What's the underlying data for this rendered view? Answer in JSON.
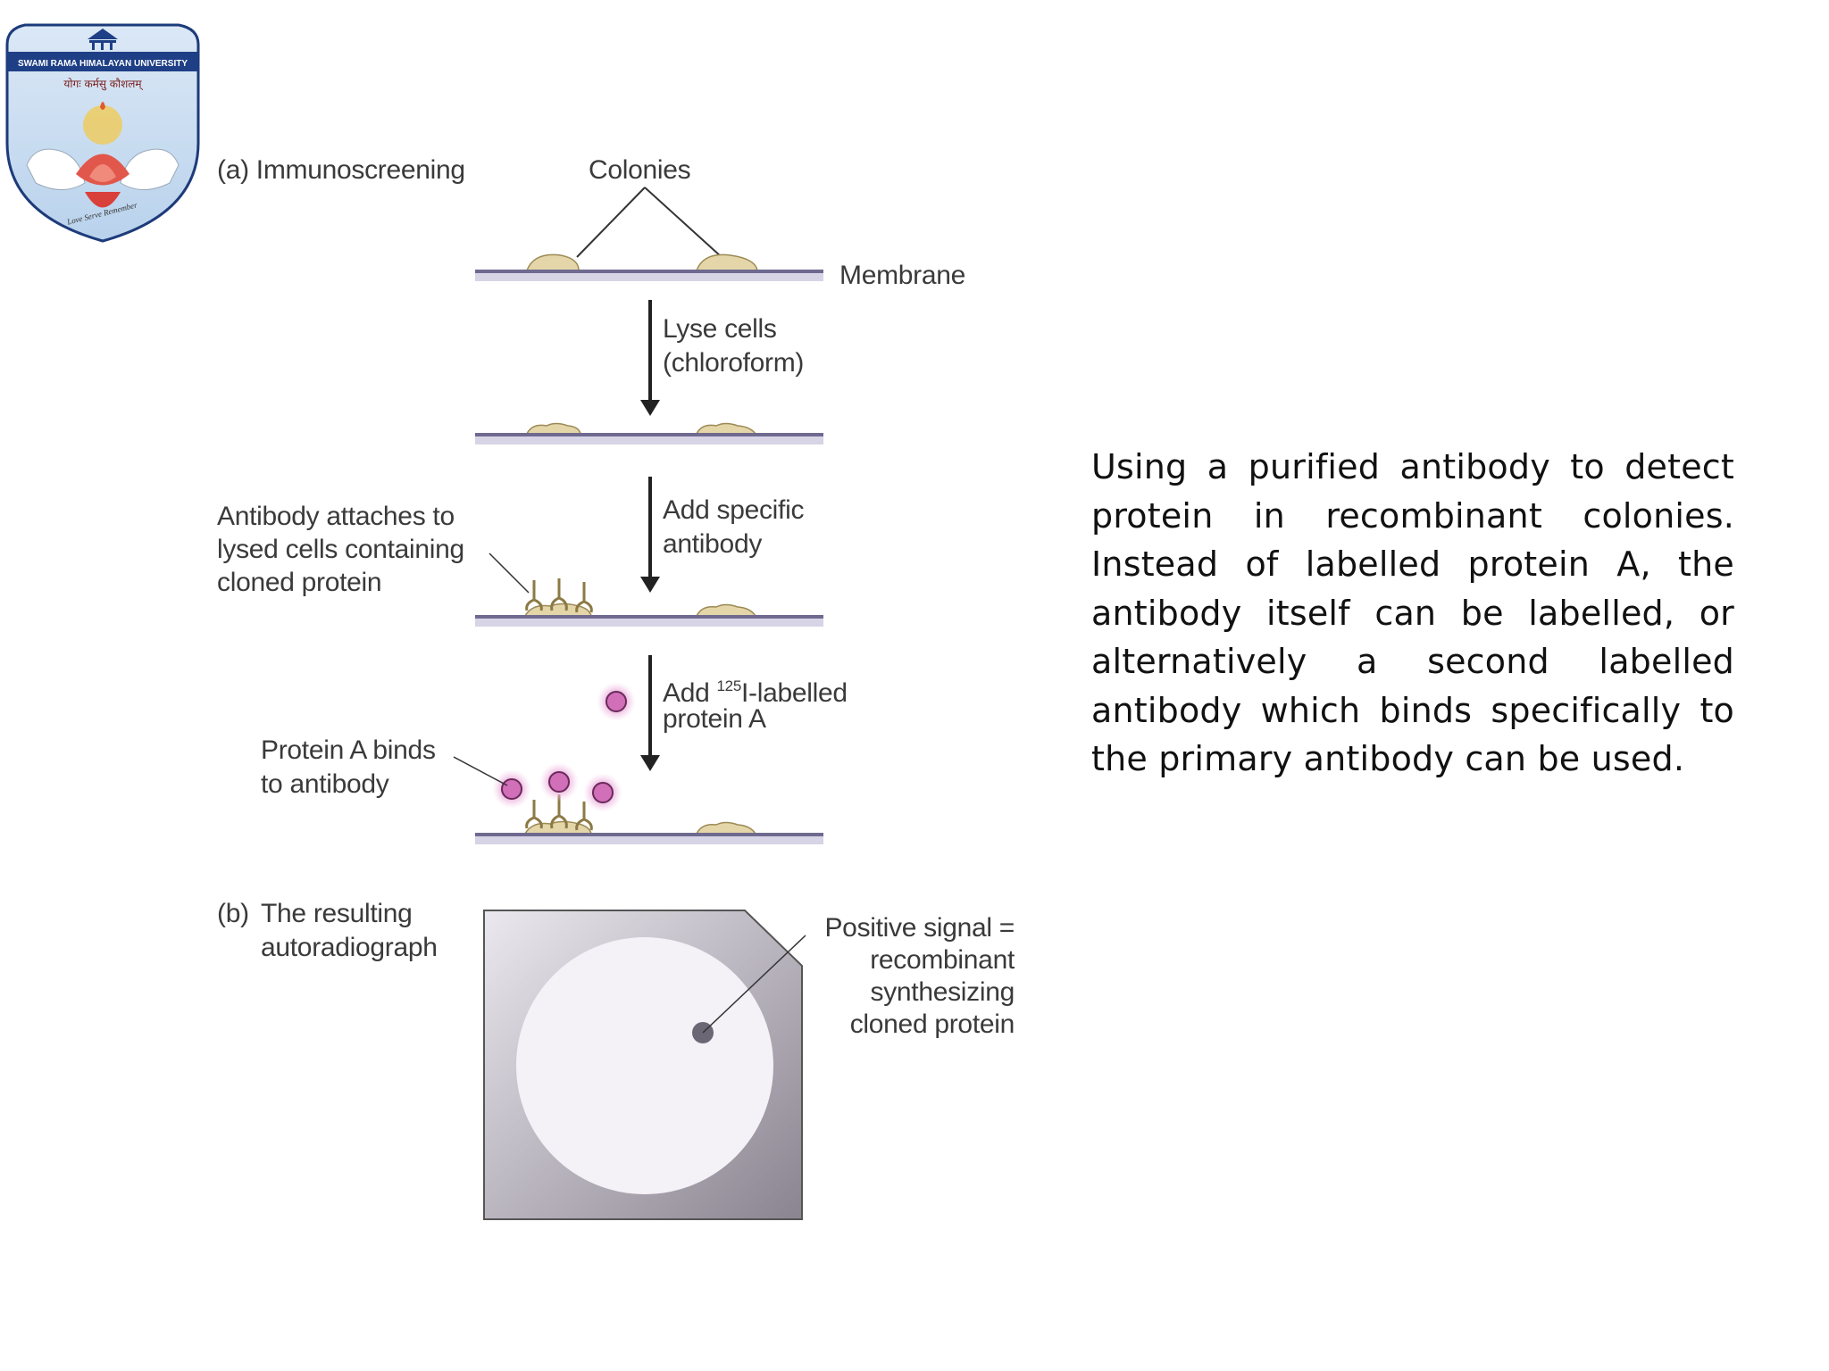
{
  "logo": {
    "university": "SWAMI RAMA HIMALAYAN UNIVERSITY",
    "motto": "योगः कर्मसु कौशलम्",
    "tagline": "Love Serve Remember"
  },
  "diagram": {
    "panel_a": {
      "title": "(a) Immunoscreening",
      "colonies": "Colonies",
      "membrane": "Membrane",
      "step1": [
        "Lyse cells",
        "(chloroform)"
      ],
      "step2": [
        "Add specific",
        "antibody"
      ],
      "antibody_note": [
        "Antibody attaches to",
        "lysed cells containing",
        "cloned protein"
      ],
      "step3_add": "Add ",
      "step3_isotope": "125",
      "step3_rest": "I-labelled",
      "step3_line2": "protein A",
      "protein_a_note": [
        "Protein A binds",
        "to antibody"
      ]
    },
    "panel_b": {
      "title_prefix": "(b)",
      "title": [
        "The resulting",
        "autoradiograph"
      ],
      "signal_note": [
        "Positive signal =",
        "recombinant",
        "synthesizing",
        "cloned protein"
      ]
    }
  },
  "caption": "Using a purified antibody to detect protein in recombinant colonies. Instead of labelled protein A, the antibody itself can be labelled, or alternatively a second labelled antibody which binds specifically to the primary antibody can be used.",
  "colors": {
    "membrane": "#8f8ab0",
    "colony": "#e4d6a8",
    "colony_edge": "#9c8a55",
    "protein_a": "#c04a9a",
    "film_dark": "#8a8490",
    "film_light": "#ece8f0"
  }
}
